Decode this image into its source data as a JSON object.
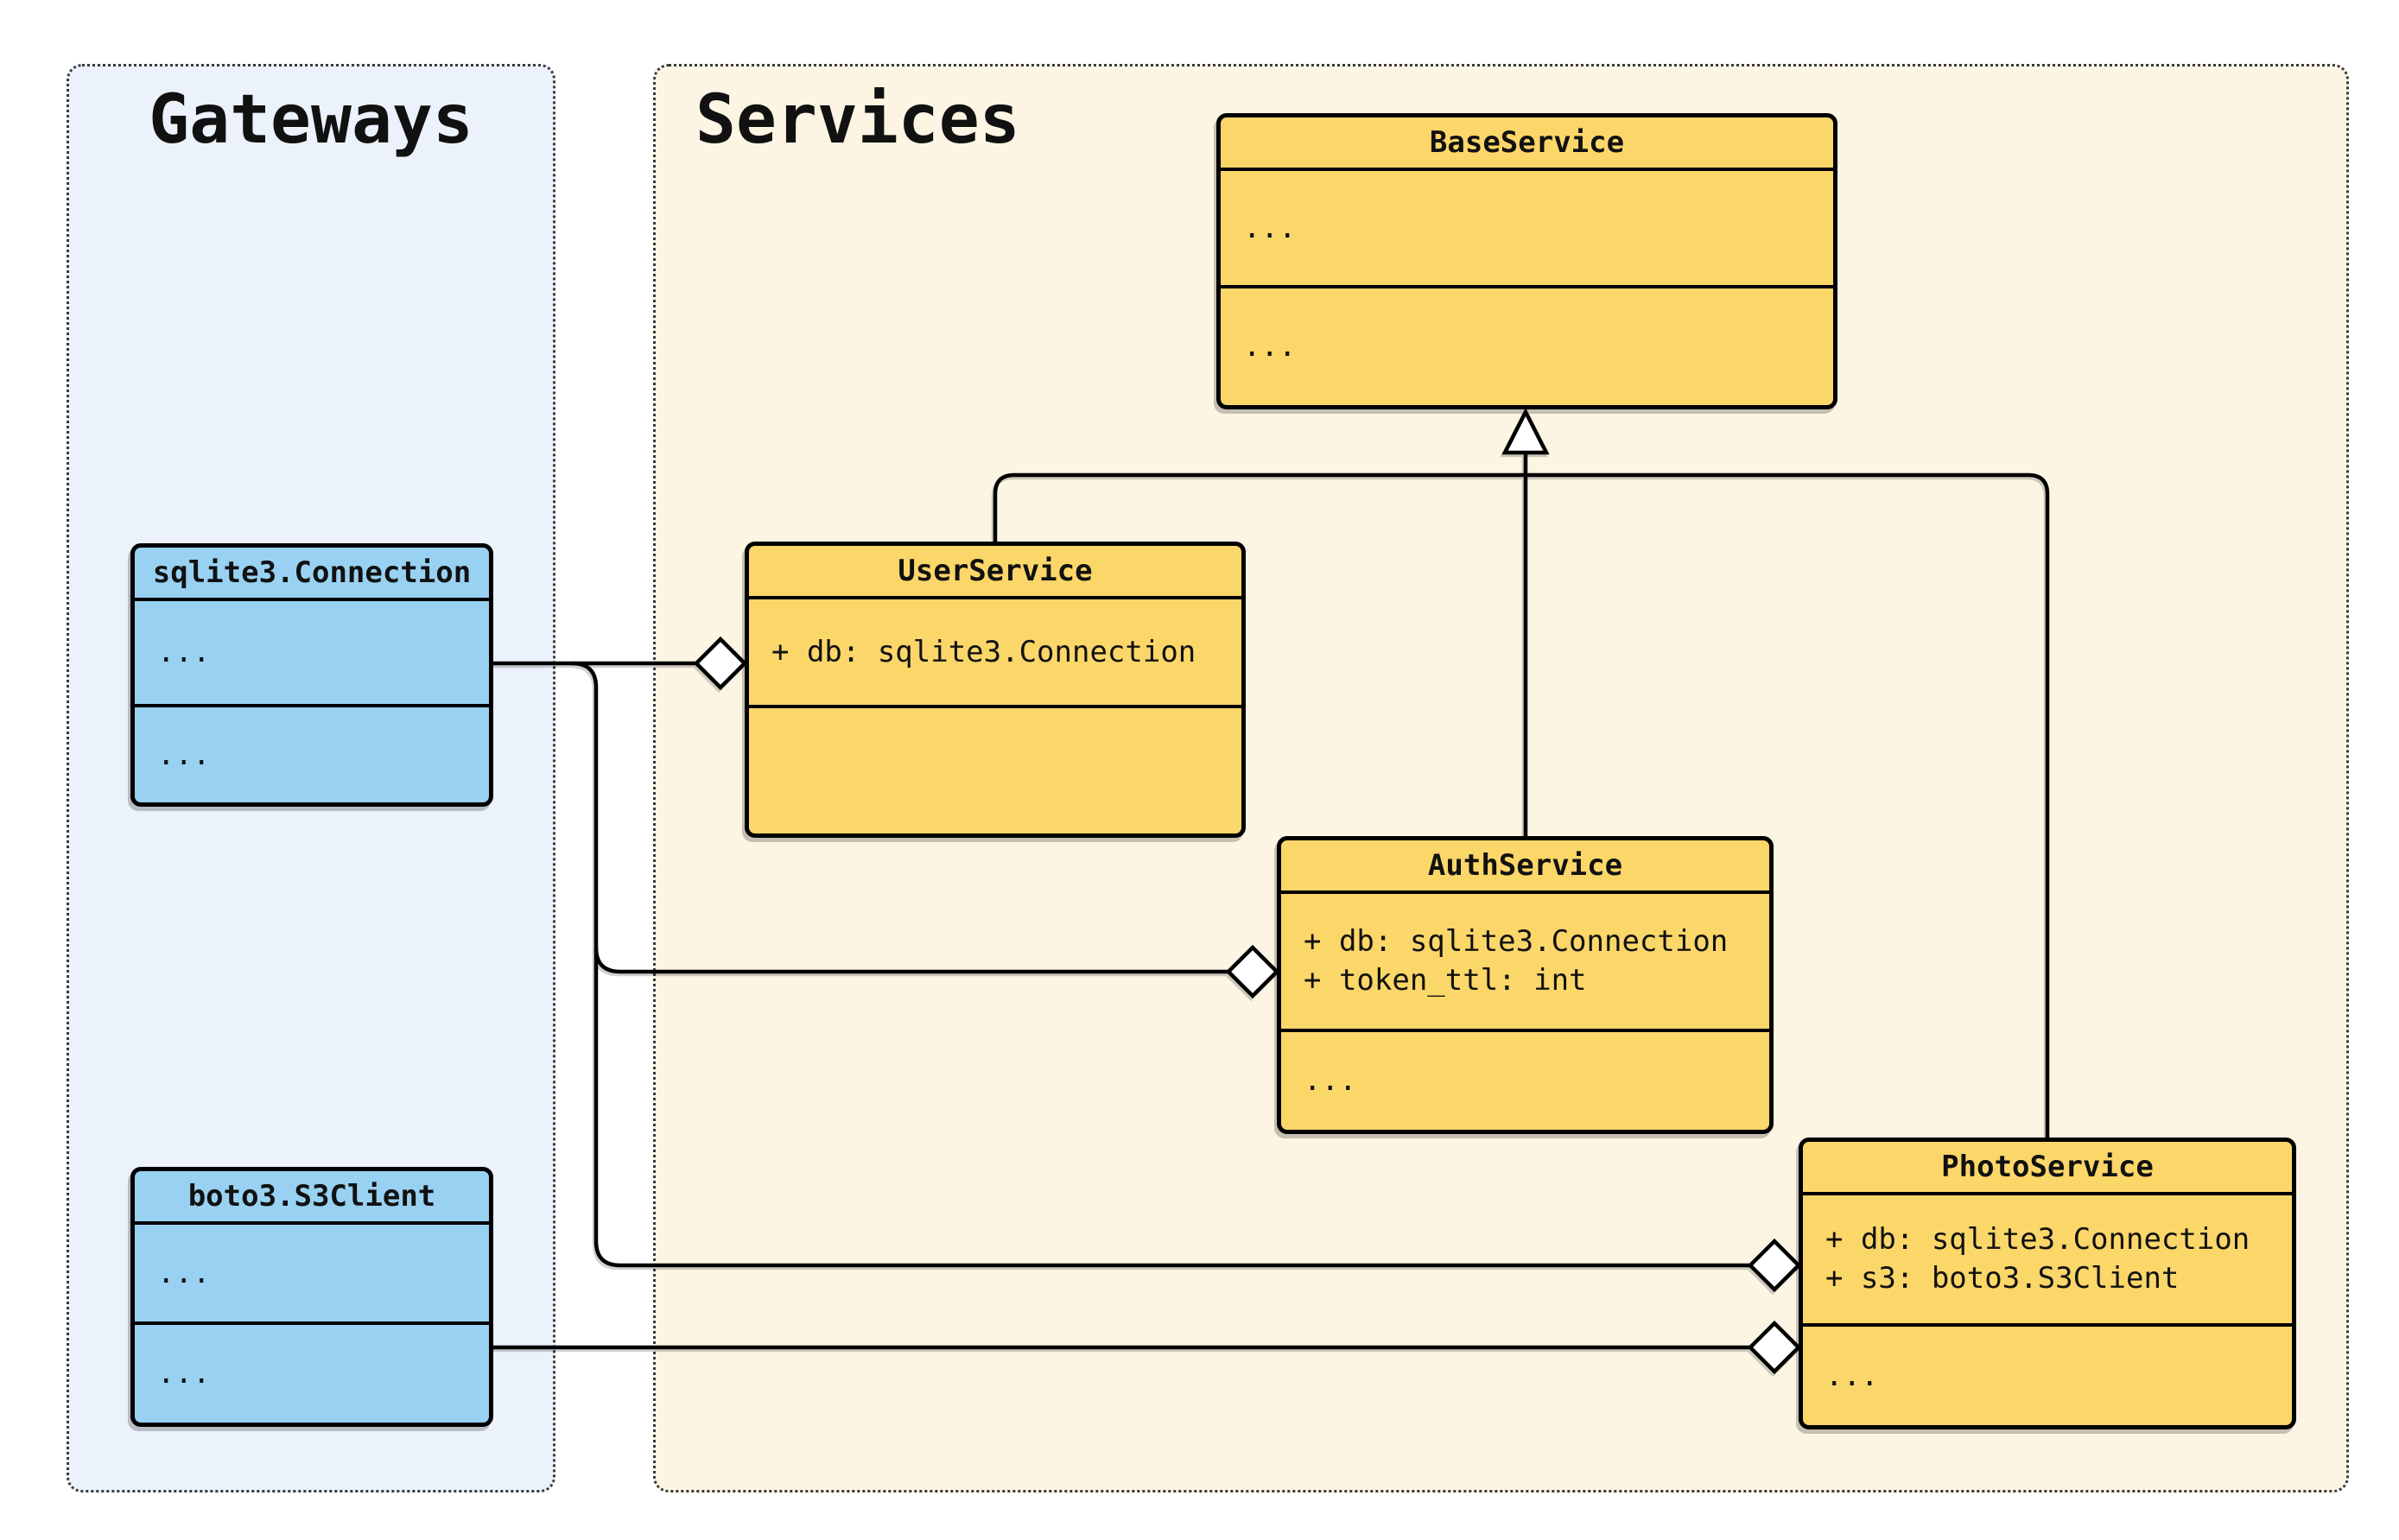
{
  "panels": {
    "gateways": {
      "title": "Gateways"
    },
    "services": {
      "title": "Services"
    }
  },
  "classes": [
    {
      "name": "BaseService",
      "attributes": [
        "..."
      ],
      "methods": [
        "..."
      ]
    },
    {
      "name": "UserService",
      "attributes": [
        "+ db: sqlite3.Connection"
      ],
      "methods": []
    },
    {
      "name": "AuthService",
      "attributes": [
        "+ db: sqlite3.Connection",
        "+ token_ttl: int"
      ],
      "methods": [
        "..."
      ]
    },
    {
      "name": "PhotoService",
      "attributes": [
        "+ db: sqlite3.Connection",
        "+ s3: boto3.S3Client"
      ],
      "methods": [
        "..."
      ]
    },
    {
      "name": "sqlite3.Connection",
      "attributes": [
        "..."
      ],
      "methods": [
        "..."
      ]
    },
    {
      "name": "boto3.S3Client",
      "attributes": [
        "..."
      ],
      "methods": [
        "..."
      ]
    }
  ],
  "relationships": [
    {
      "type": "inheritance",
      "from": "UserService",
      "to": "BaseService"
    },
    {
      "type": "inheritance",
      "from": "AuthService",
      "to": "BaseService"
    },
    {
      "type": "inheritance",
      "from": "PhotoService",
      "to": "BaseService"
    },
    {
      "type": "aggregation",
      "from": "sqlite3.Connection",
      "to": "UserService"
    },
    {
      "type": "aggregation",
      "from": "sqlite3.Connection",
      "to": "AuthService"
    },
    {
      "type": "aggregation",
      "from": "sqlite3.Connection",
      "to": "PhotoService"
    },
    {
      "type": "aggregation",
      "from": "boto3.S3Client",
      "to": "PhotoService"
    }
  ],
  "colors": {
    "service_class_fill": "#FBD669",
    "gateway_class_fill": "#99D1F2",
    "gateways_panel_fill": "#EBF2FB",
    "services_panel_fill": "#FCF5E3",
    "stroke": "#000000"
  }
}
